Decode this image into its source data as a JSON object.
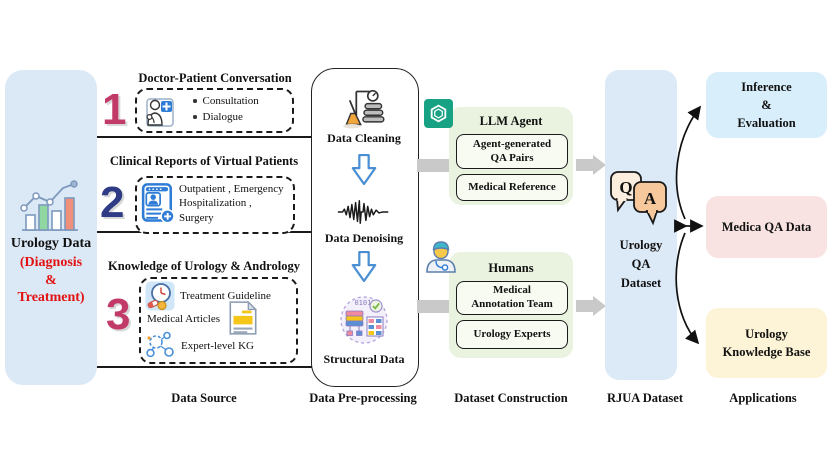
{
  "palette": {
    "left_panel_blue": "#dbe8f5",
    "rjua_blue": "#dce9f6",
    "inference_blue": "#d8eefb",
    "medica_pink": "#f8e2e2",
    "knowledge_yellow": "#fdf3d6",
    "construction_green": "#e9f3df",
    "openai_teal": "#17a283",
    "numeral_pink": "#c23a68",
    "numeral_navy": "#2f3b85",
    "accent_red": "#e31212",
    "arrow_gray": "#c9c9c9",
    "arrow_blue": "#4a8fd3"
  },
  "icons": {
    "left_panel": "bar-chart-icon",
    "section1": "doctor-patient-icon",
    "section2": "clinical-report-icon",
    "section3a": "treatment-guideline-icon",
    "section3b": "medical-articles-icon",
    "section3c": "knowledge-graph-icon",
    "prep1": "data-cleaning-icon",
    "prep2": "waveform-icon",
    "prep3": "structural-data-icon",
    "llm": "openai-icon",
    "humans": "doctor-avatar-icon",
    "dataset": "qa-speech-bubbles-icon"
  },
  "left_panel": {
    "title": "Urology Data",
    "subtitle": "(Diagnosis\n&\nTreatment)"
  },
  "data_source": {
    "stage_label": "Data Source",
    "sections": [
      {
        "number": "1",
        "header": "Doctor-Patient Conversation",
        "items": [
          "Consultation",
          "Dialogue"
        ]
      },
      {
        "number": "2",
        "header": "Clinical Reports of Virtual Patients",
        "body": "Outpatient , Emergency\nHospitalization ,\nSurgery"
      },
      {
        "number": "3",
        "header": "Knowledge of Urology & Andrology",
        "rows": [
          {
            "label": "Treatment Guideline"
          },
          {
            "label": "Medical Articles"
          },
          {
            "label": "Expert-level KG"
          }
        ]
      }
    ]
  },
  "preprocessing": {
    "stage_label": "Data Pre-processing",
    "steps": [
      {
        "label": "Data Cleaning"
      },
      {
        "label": "Data Denoising"
      },
      {
        "label": "Structural Data"
      }
    ]
  },
  "construction": {
    "stage_label": "Dataset Construction",
    "llm_agent": {
      "title": "LLM Agent",
      "box1": "Agent-generated\nQA Pairs",
      "box2": "Medical Reference"
    },
    "humans": {
      "title": "Humans",
      "box1": "Medical\nAnnotation Team",
      "box2": "Urology Experts"
    }
  },
  "rjua": {
    "stage_label": "RJUA Dataset",
    "q": "Q",
    "a": "A",
    "label": "Urology\nQA\nDataset"
  },
  "applications": {
    "stage_label": "Applications",
    "boxes": [
      {
        "label": "Inference\n&\nEvaluation"
      },
      {
        "label": "Medica QA Data"
      },
      {
        "label": "Urology\nKnowledge Base"
      }
    ]
  }
}
